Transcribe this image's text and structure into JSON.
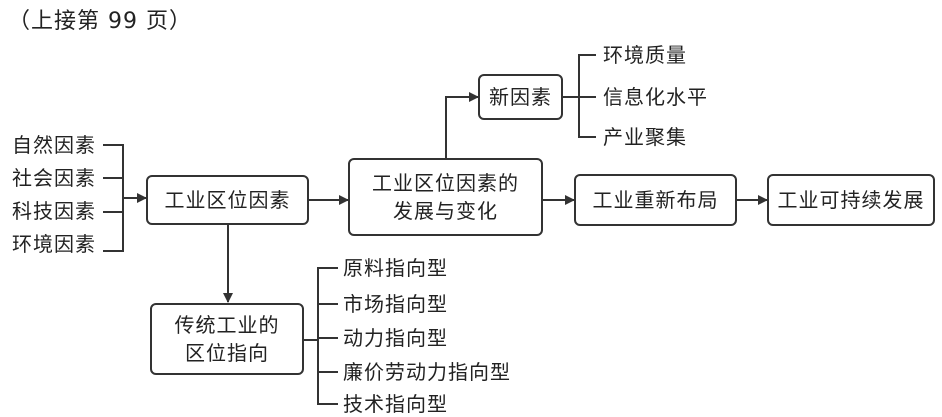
{
  "header_note": "（上接第 99 页）",
  "factors": [
    "自然因素",
    "社会因素",
    "科技因素",
    "环境因素"
  ],
  "boxes": {
    "location_factors": "工业区位因素",
    "development_line1": "工业区位因素的",
    "development_line2": "发展与变化",
    "new_factors": "新因素",
    "relayout": "工业重新布局",
    "sustainable": "工业可持续发展",
    "traditional_line1": "传统工业的",
    "traditional_line2": "区位指向"
  },
  "new_factor_items": [
    "环境质量",
    "信息化水平",
    "产业聚集"
  ],
  "orientation_types": [
    "原料指向型",
    "市场指向型",
    "动力指向型",
    "廉价劳动力指向型",
    "技术指向型"
  ]
}
